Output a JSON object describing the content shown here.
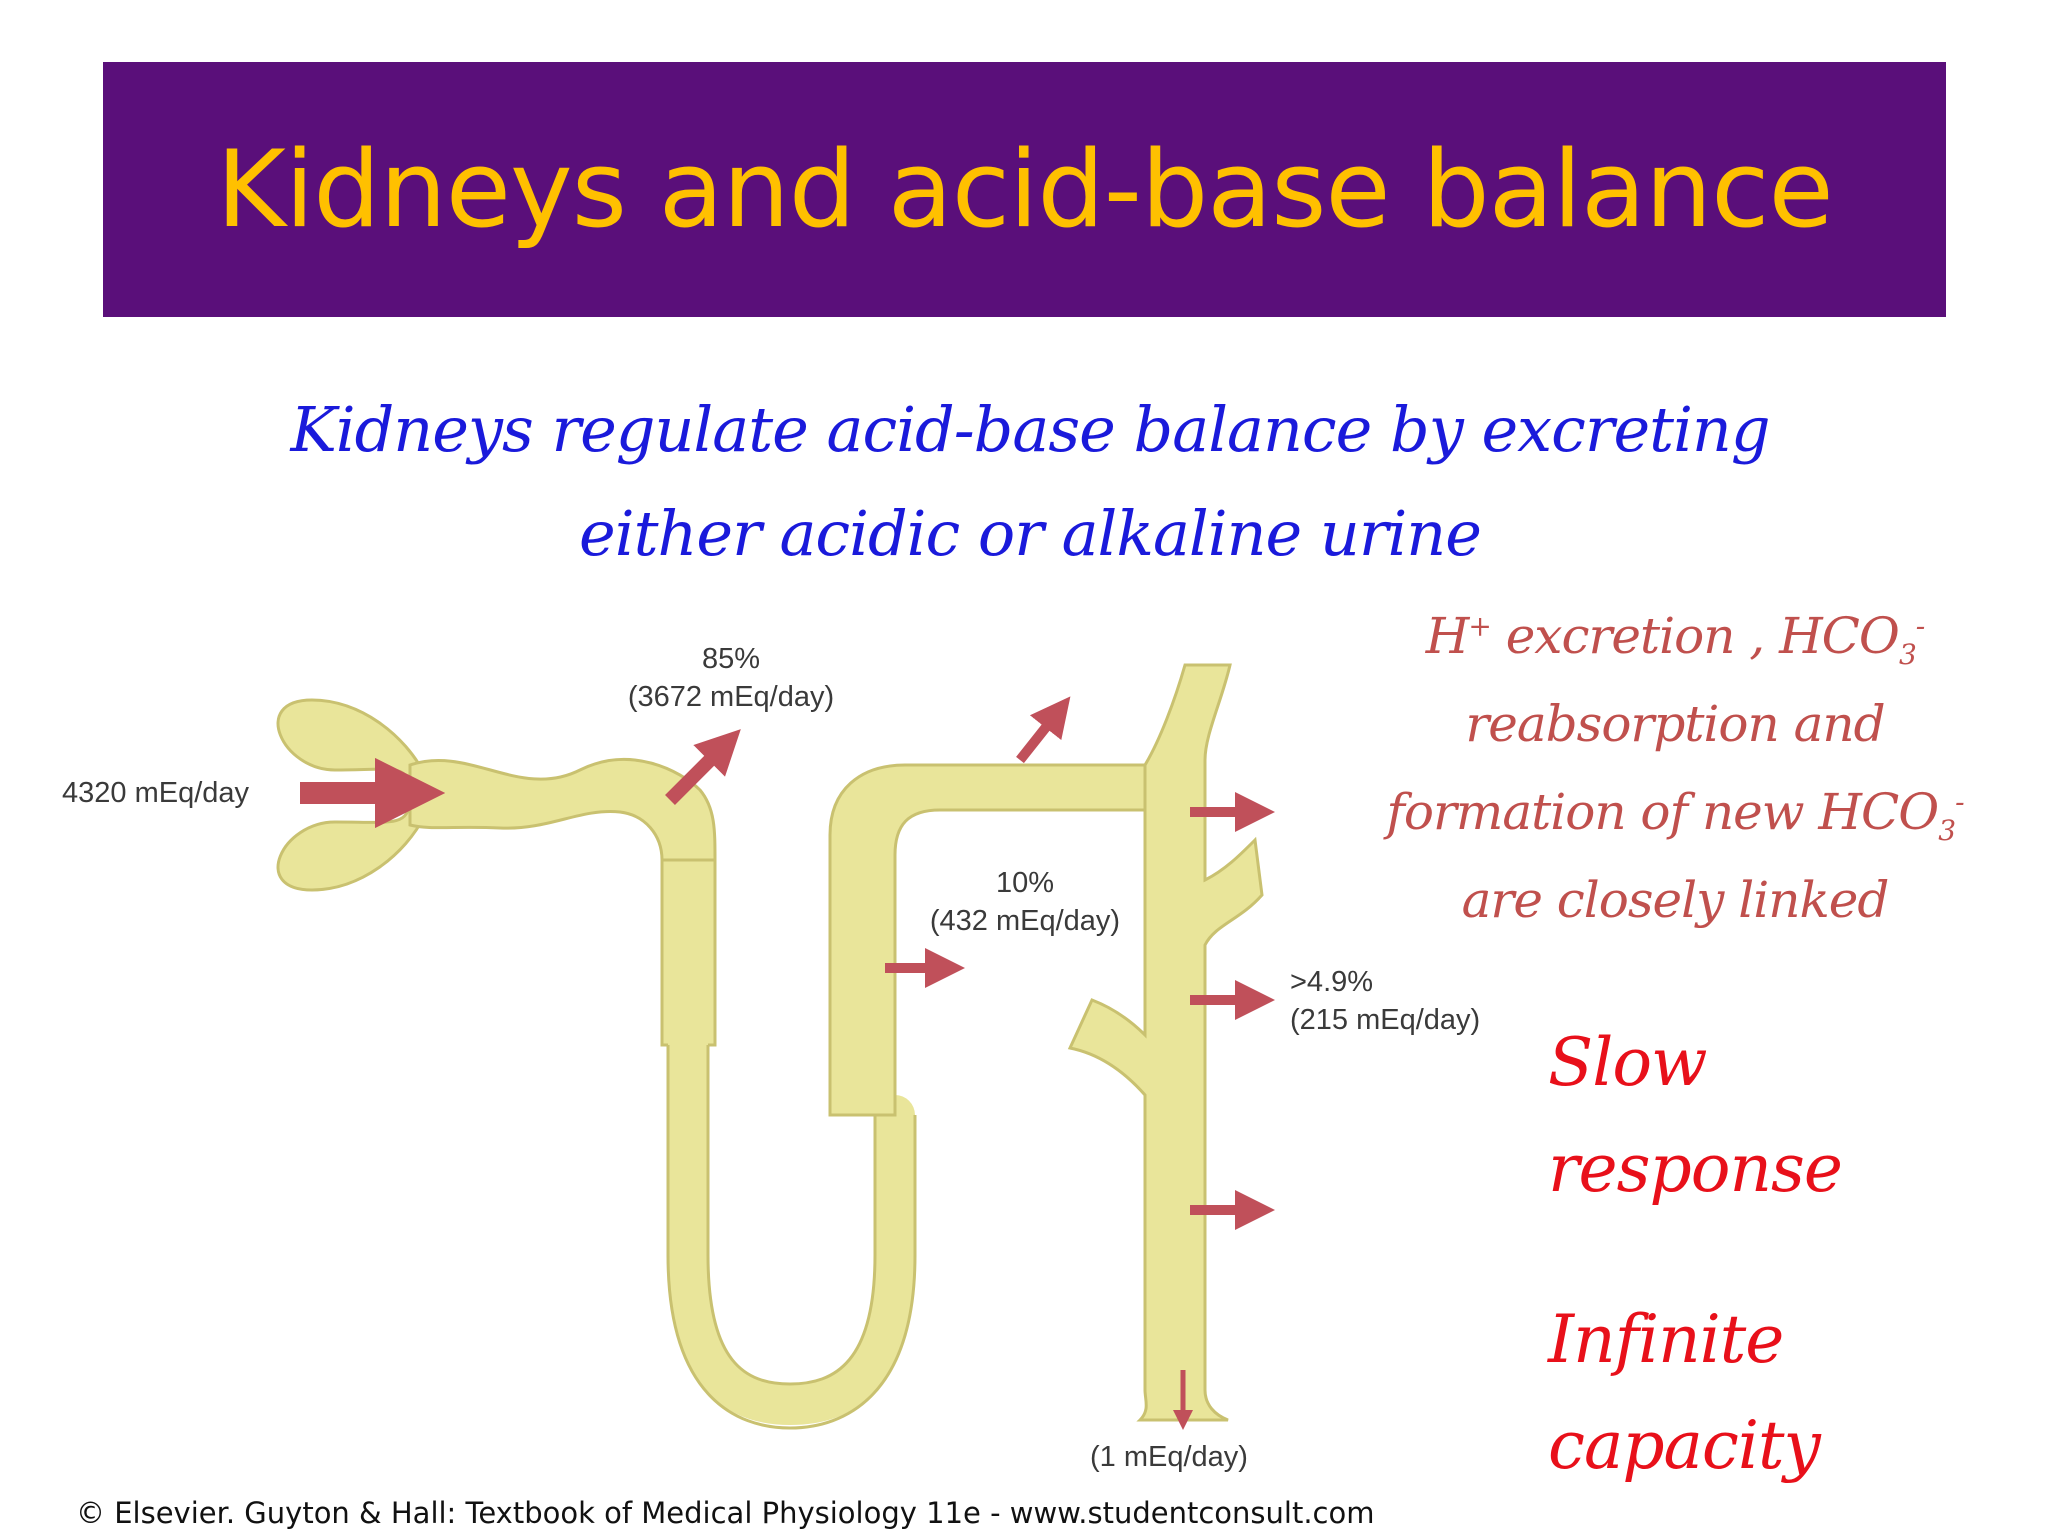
{
  "title": "Kidneys and acid-base balance",
  "subtitle": {
    "line1": "Kidneys regulate acid-base balance by excreting",
    "line2": "either acidic or alkaline urine"
  },
  "note": {
    "h": "H",
    "h_sup": "+",
    "excretion": " excretion , HCO",
    "sub3": "3",
    "sup_minus": "-",
    "line2": "reabsorption and",
    "line3_text": "formation of new HCO",
    "line4": "are closely linked"
  },
  "red_notes": {
    "slow": "Slow",
    "response": "response",
    "infinite": "Infinite",
    "capacity": "capacity"
  },
  "diagram_labels": {
    "filtered": "4320 mEq/day",
    "proximal_pct": "85%",
    "proximal_amt": "(3672 mEq/day)",
    "loop_pct": "10%",
    "loop_amt": "(432 mEq/day)",
    "distal_pct": ">4.9%",
    "distal_amt": "(215 mEq/day)",
    "excreted": "(1 mEq/day)"
  },
  "colors": {
    "title_bg": "#5a0f7a",
    "title_text": "#ffc000",
    "subtitle": "#1a1adb",
    "note": "#c0504d",
    "red_note": "#e8101a",
    "tubule": "#e9e59a",
    "arrow": "#c0505a"
  },
  "credit": "© Elsevier. Guyton & Hall: Textbook of Medical Physiology 11e - www.studentconsult.com"
}
